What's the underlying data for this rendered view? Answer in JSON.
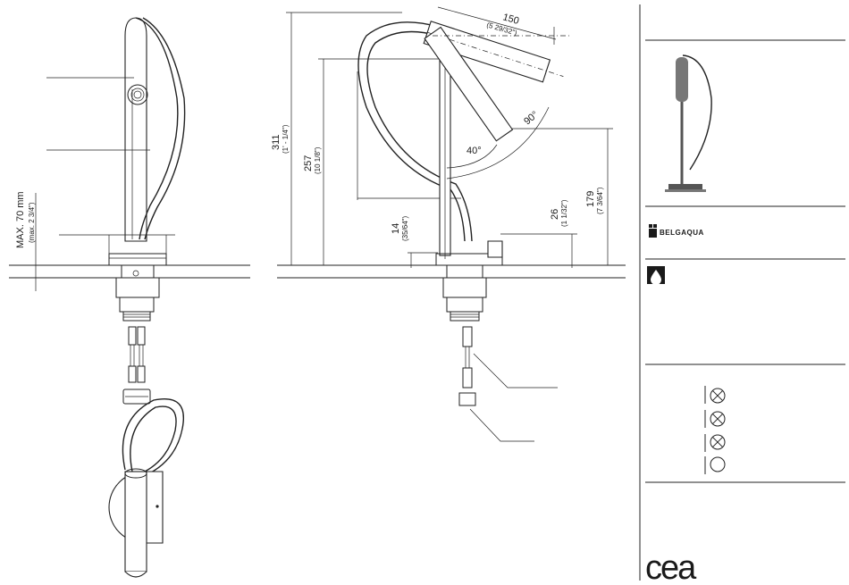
{
  "dimensions": {
    "d150": "150",
    "d150_in": "(5 29/32\")",
    "d311": "311",
    "d311_in": "(1' - 1/4\")",
    "d257": "257",
    "d257_in": "(10 1/8\")",
    "d179": "179",
    "d179_in": "(7 3/64\")",
    "d26": "26",
    "d26_in": "(1 1/32\")",
    "d14": "14",
    "d14_in": "(35/64\")",
    "angle_40": "40°",
    "angle_90": "90°",
    "max": "MAX. 70 mm",
    "max_in": "(max. 2 3/4\")"
  },
  "brand": {
    "belgaqua": "BELGAQUA",
    "logo": "cea"
  },
  "colors": {
    "line": "#222222",
    "badge": "#1a1a1a"
  },
  "icons": {
    "water": "water-drop-icon",
    "crossed_circle": "crossed-circle-icon",
    "empty_circle": "empty-circle-icon"
  },
  "legend_symbols": [
    "crossed",
    "crossed",
    "crossed",
    "empty"
  ]
}
